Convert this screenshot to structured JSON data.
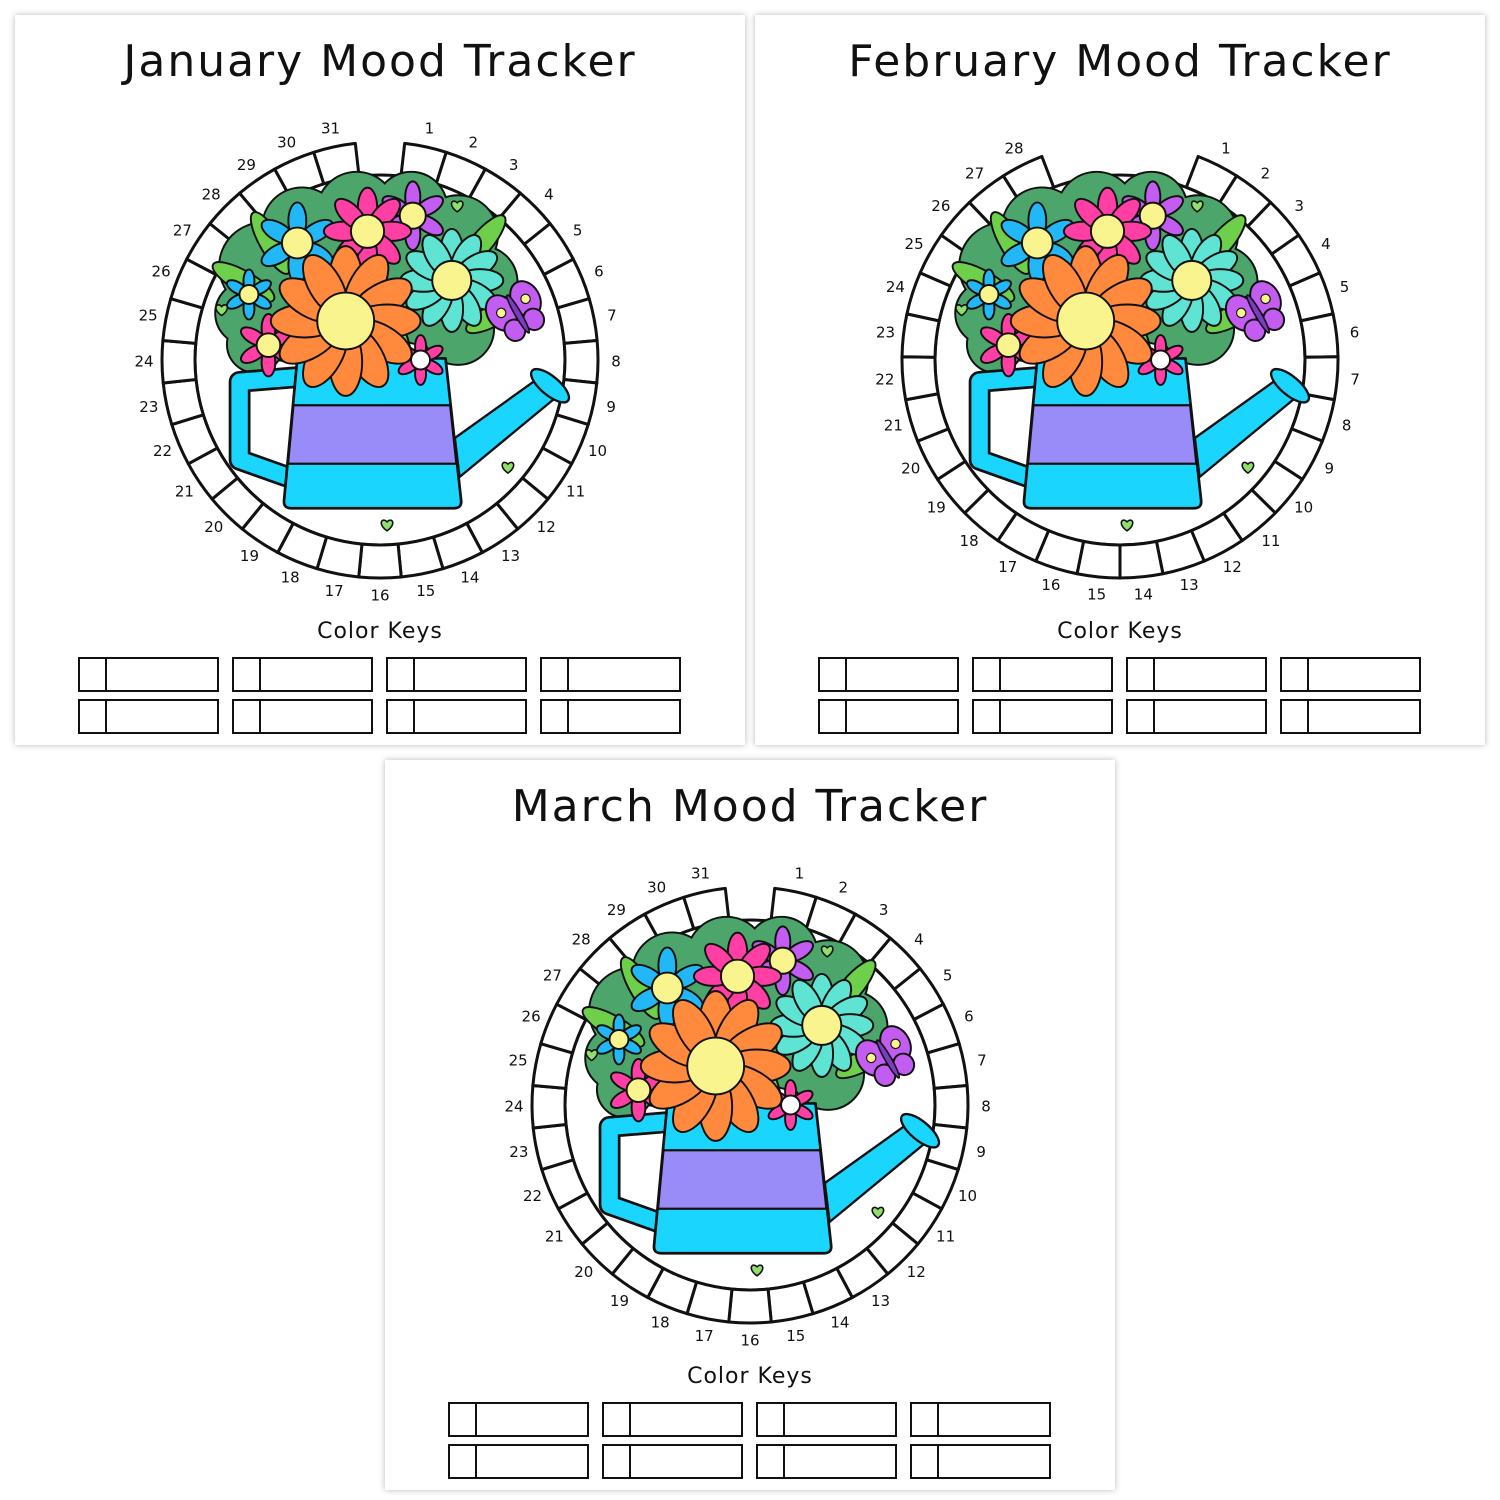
{
  "colors": {
    "can": "#1ad6ff",
    "band": "#9a8cf8",
    "bush": "#4ca66b",
    "leaf": "#6dcf4a",
    "orange": "#ff8a3d",
    "yellow": "#f9f48d",
    "pink": "#ff3fa4",
    "blue": "#22b8f7",
    "purple": "#c35cf0",
    "teal": "#5fe3d3",
    "heart": "#8fe06a"
  },
  "pages": [
    {
      "title": "January Mood Tracker",
      "color_keys_label": "Color Keys",
      "days": [
        "1",
        "2",
        "3",
        "4",
        "5",
        "6",
        "7",
        "8",
        "9",
        "10",
        "11",
        "12",
        "13",
        "14",
        "15",
        "16",
        "17",
        "18",
        "19",
        "20",
        "21",
        "22",
        "23",
        "24",
        "25",
        "26",
        "27",
        "28",
        "29",
        "30",
        "31"
      ],
      "key_count": 8
    },
    {
      "title": "February Mood Tracker",
      "color_keys_label": "Color Keys",
      "days": [
        "1",
        "2",
        "3",
        "4",
        "5",
        "6",
        "7",
        "8",
        "9",
        "10",
        "11",
        "12",
        "13",
        "14",
        "15",
        "16",
        "17",
        "18",
        "19",
        "20",
        "21",
        "22",
        "23",
        "24",
        "25",
        "26",
        "27",
        "28"
      ],
      "key_count": 8
    },
    {
      "title": "March Mood Tracker",
      "color_keys_label": "Color Keys",
      "days": [
        "1",
        "2",
        "3",
        "4",
        "5",
        "6",
        "7",
        "8",
        "9",
        "10",
        "11",
        "12",
        "13",
        "14",
        "15",
        "16",
        "17",
        "18",
        "19",
        "20",
        "21",
        "22",
        "23",
        "24",
        "25",
        "26",
        "27",
        "28",
        "29",
        "30",
        "31"
      ],
      "key_count": 8
    }
  ]
}
